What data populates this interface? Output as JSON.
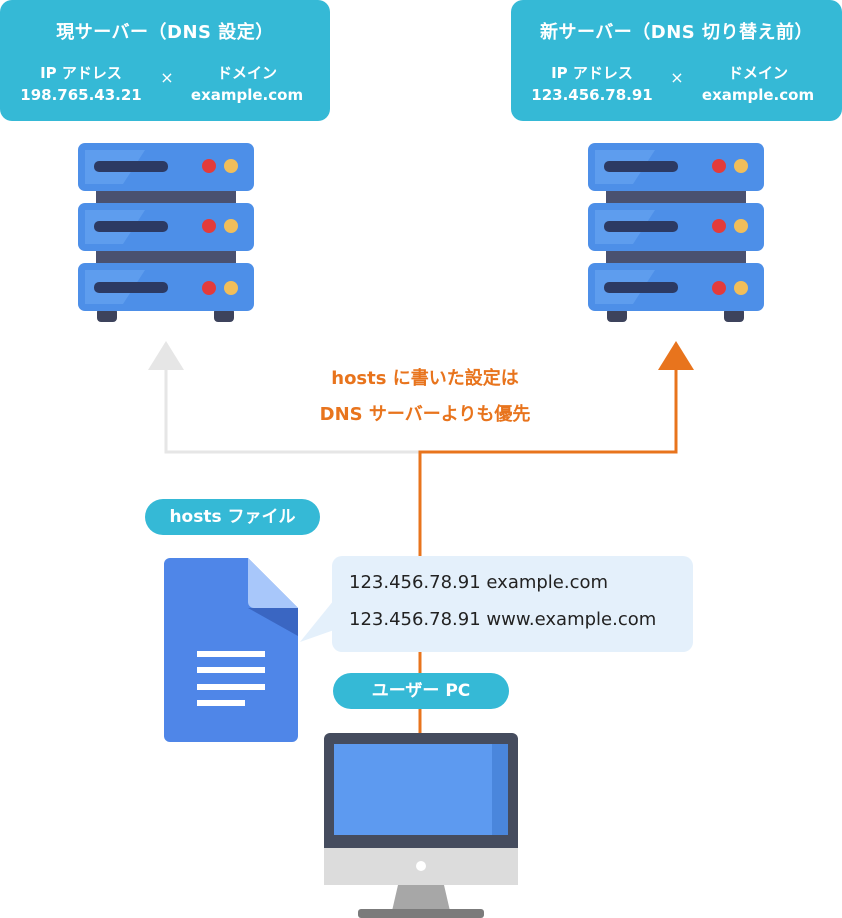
{
  "current_server": {
    "title": "現サーバー（DNS 設定）",
    "ip_label": "IP アドレス",
    "ip_value": "198.765.43.21",
    "domain_label": "ドメイン",
    "domain_value": "example.com",
    "times": "×"
  },
  "new_server": {
    "title": "新サーバー（DNS 切り替え前）",
    "ip_label": "IP アドレス",
    "ip_value": "123.456.78.91",
    "domain_label": "ドメイン",
    "domain_value": "example.com",
    "times": "×"
  },
  "note": {
    "line1": "hosts に書いた設定は",
    "line2": "DNS サーバーよりも優先"
  },
  "hosts_file": {
    "label": "hosts ファイル",
    "entries": [
      "123.456.78.91 example.com",
      "123.456.78.91 www.example.com"
    ]
  },
  "user_pc": {
    "label": "ユーザー PC"
  },
  "colors": {
    "accent": "#35b9d6",
    "highlight_path": "#e8741d",
    "inactive_path": "#e6e6e6",
    "server_blue": "#4d8fe8",
    "doc_blue": "#4f86e8"
  }
}
